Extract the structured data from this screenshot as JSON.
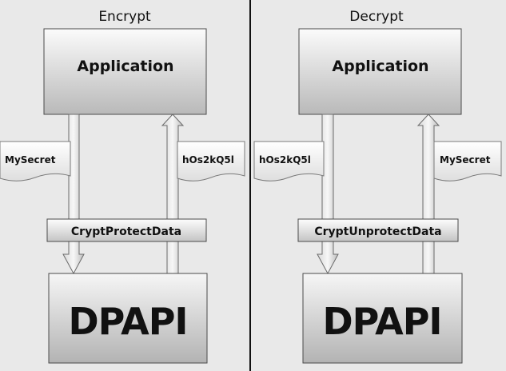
{
  "panels": {
    "encrypt": {
      "title": "Encrypt",
      "app_label": "Application",
      "input_doc": "MySecret",
      "output_doc": "hOs2kQ5l",
      "function_label": "CryptProtectData",
      "api_label": "DPAPI"
    },
    "decrypt": {
      "title": "Decrypt",
      "app_label": "Application",
      "input_doc": "hOs2kQ5l",
      "output_doc": "MySecret",
      "function_label": "CryptUnprotectData",
      "api_label": "DPAPI"
    }
  },
  "colors": {
    "background": "#e9e9e9",
    "divider": "#111111",
    "box_fill_top": "#fbfbfb",
    "box_fill_bottom": "#b9b9b9"
  }
}
